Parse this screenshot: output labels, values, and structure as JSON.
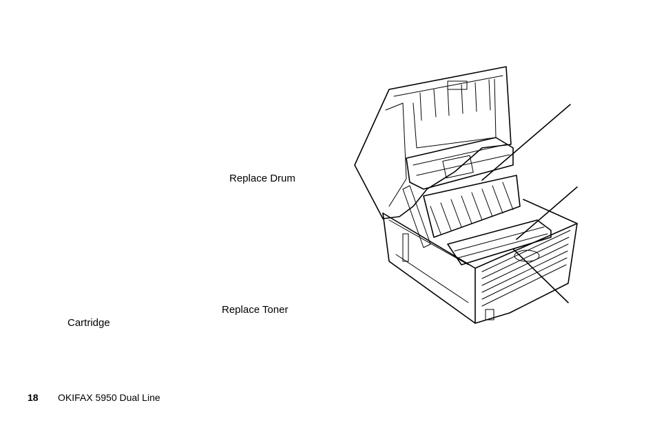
{
  "labels": {
    "replace_drum": "Replace Drum",
    "replace_toner": "Replace Toner",
    "cartridge": "Cartridge"
  },
  "footer": {
    "page_number": "18",
    "title": "OKIFAX 5950 Dual Line"
  }
}
